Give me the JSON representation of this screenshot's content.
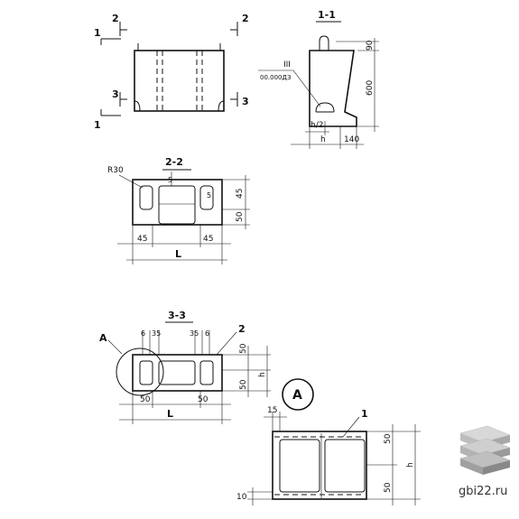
{
  "view_1": {
    "marker_1_top": "1",
    "marker_1_bottom": "1",
    "marker_2_left": "2",
    "marker_2_right": "2",
    "marker_3_left": "3",
    "marker_3_right": "3"
  },
  "section_1_1": {
    "title": "1-1",
    "ref_roman": "III",
    "ref_code": "00.000ДЗ",
    "dim_90": "90",
    "dim_600": "600",
    "dim_h2": "h/2",
    "dim_h": "h",
    "dim_140": "140"
  },
  "section_2_2": {
    "title": "2-2",
    "radius": "R30",
    "dim_5_top": "5",
    "dim_5_right": "5",
    "dim_45_right": "45",
    "dim_50_right": "50",
    "dim_45_left": "45",
    "dim_45_bottom_right": "45",
    "dim_L": "L"
  },
  "section_3_3": {
    "title": "3-3",
    "label_A": "A",
    "label_2": "2",
    "dim_6_left": "6",
    "dim_35_left": "35",
    "dim_35_right": "35",
    "dim_6_right": "6",
    "dim_50_top": "50",
    "dim_h": "h",
    "dim_50_bottom": "50",
    "dim_50_left": "50",
    "dim_50_mid": "50",
    "dim_L": "L"
  },
  "detail_A": {
    "label": "A",
    "dim_15": "15",
    "label_1": "1",
    "dim_50_top": "50",
    "dim_h": "h",
    "dim_50_bottom": "50",
    "dim_10": "10"
  },
  "watermark": {
    "text": "gbi22.ru"
  }
}
